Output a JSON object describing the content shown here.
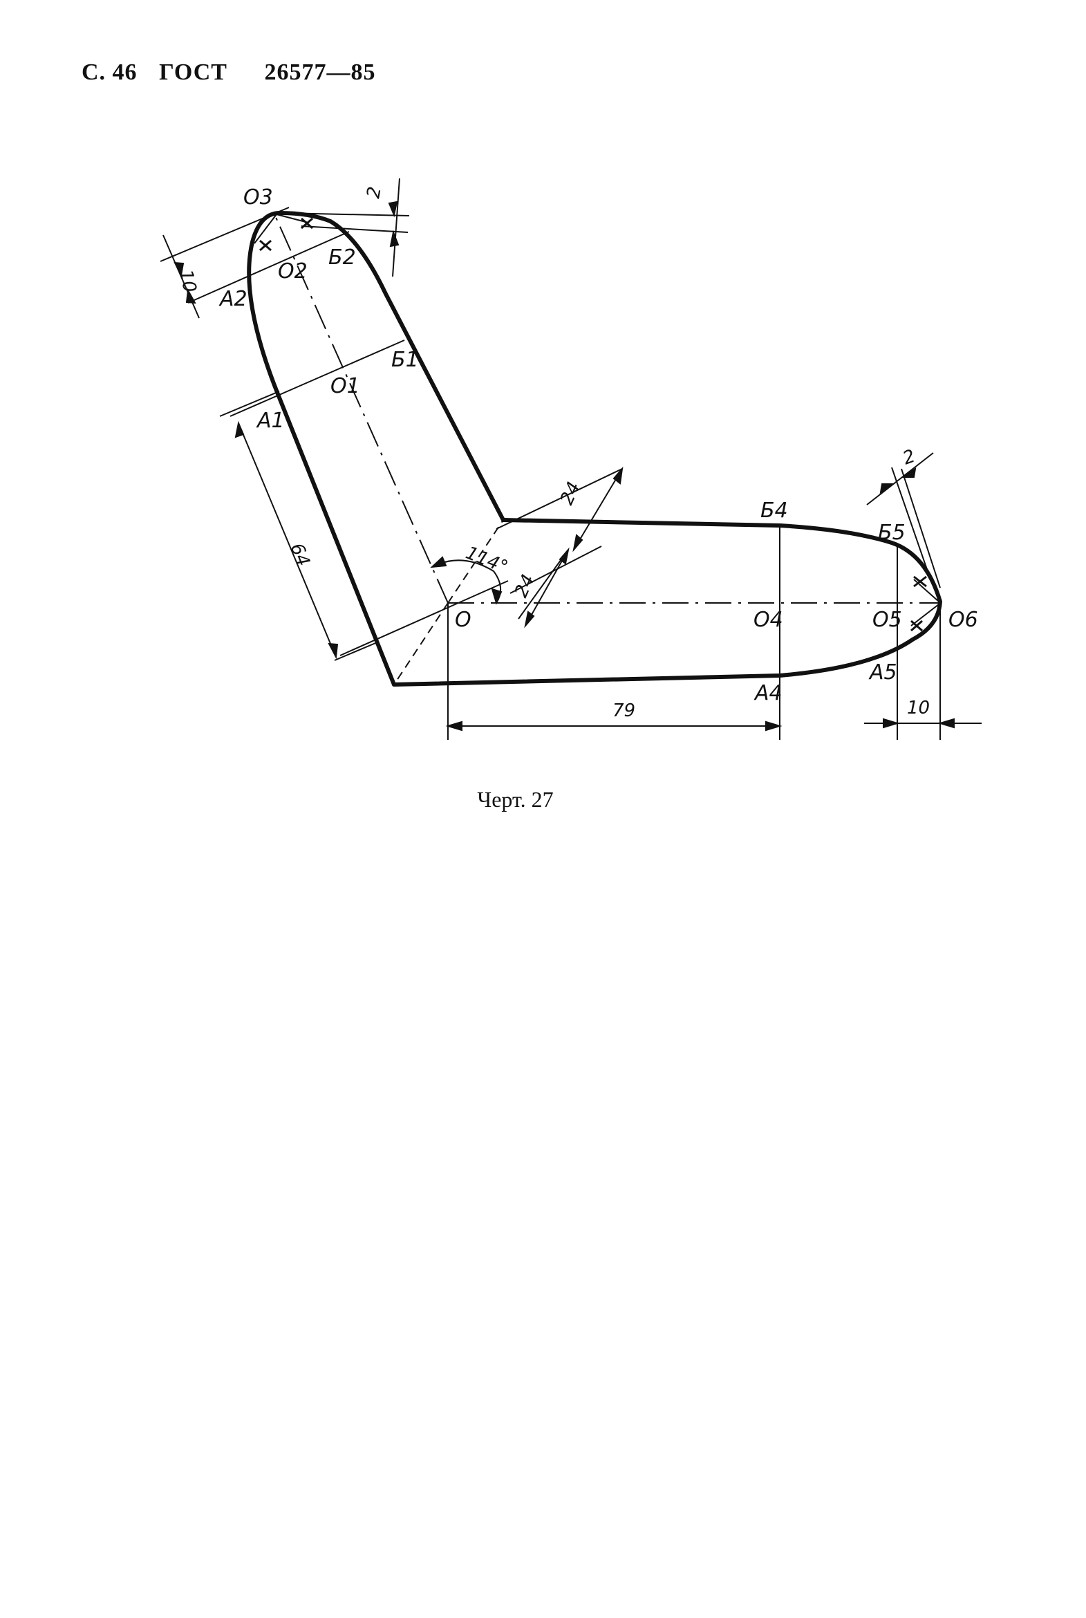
{
  "header": {
    "page_prefix": "С. 46",
    "standard": "ГОСТ",
    "code": "26577—85"
  },
  "figure": {
    "caption": "Черт. 27",
    "points": {
      "O": "O",
      "O1": "O1",
      "O2": "O2",
      "O3": "O3",
      "O4": "O4",
      "O5": "O5",
      "O6": "O6",
      "A1": "A1",
      "A2": "A2",
      "A4": "A4",
      "A5": "A5",
      "B1": "Б1",
      "B2": "Б2",
      "B4": "Б4",
      "B5": "Б5"
    },
    "dimensions": {
      "top_offset": "2",
      "top_width": "10",
      "upper_length": "64",
      "angle": "114°",
      "offset_upper": "24",
      "offset_lower": "24",
      "base_length": "79",
      "right_offset": "2",
      "right_width": "10"
    }
  }
}
